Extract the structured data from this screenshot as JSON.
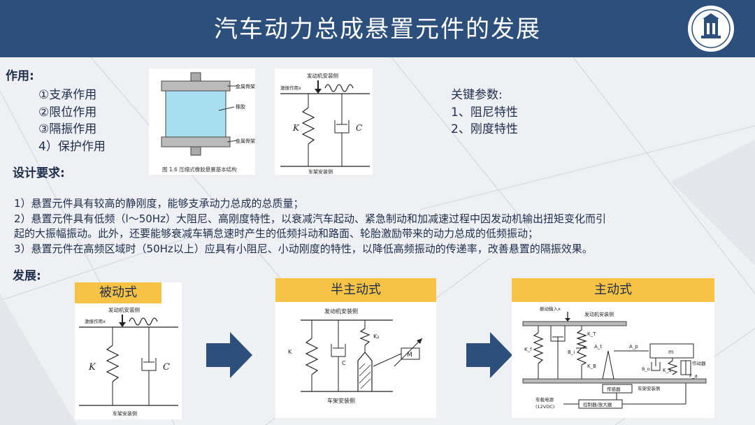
{
  "title": "汽车动力总成悬置元件的发展",
  "function": {
    "heading": "作用:",
    "items": [
      "①支承作用",
      "②限位作用",
      "③隔振作用",
      "4）保护作用"
    ]
  },
  "key_params": {
    "heading": "关键参数:",
    "items": [
      "1、阻尼特性",
      "2、刚度特性"
    ]
  },
  "design": {
    "heading": "设计要求:",
    "lines": [
      "1）悬置元件具有较高的静刚度，能够支承动力总成的总质量；",
      "2）悬置元件具有低频（l～50Hz）大阻尼、高刚度特性，以衰减汽车起动、紧急制动和加减速过程中因发动机输出扭矩变化而引",
      "起的大振幅振动。此外，还要能够衰减车辆怠速时产生的低频抖动和路面、轮胎激励带来的动力总成的低频振动；",
      "3）悬置元件在高频区域时（50Hz以上）应具有小阻尼、小动刚度的特性，以降低高频振动的传递率，改善悬置的隔振效果。"
    ]
  },
  "development": {
    "heading": "发展:",
    "cards": [
      {
        "title": "被动式"
      },
      {
        "title": "半主动式"
      },
      {
        "title": "主动式"
      }
    ]
  },
  "figure_rubber": {
    "labels": [
      "金属骨架",
      "橡胶",
      "金属骨架"
    ],
    "caption": "图 1.6 压缩式橡胶悬置基本结构"
  },
  "figure_kc": {
    "top": "发动机安装侧",
    "input": "激振作用x",
    "k": "K",
    "c": "C",
    "bottom": "车架安装侧"
  },
  "figure_semi": {
    "top": "发动机安装侧",
    "k": "K",
    "c": "C",
    "k2": "K₂",
    "m": "M",
    "bottom": "车架安装侧"
  },
  "figure_active": {
    "input": "振动输入x",
    "top": "发动机安装侧",
    "kt": "K_T",
    "at": "A_t",
    "ap": "A_p",
    "kf": "K_f",
    "bi": "B_i",
    "kb": "K_B",
    "m": "m",
    "bo": "B_o",
    "ka": "K_a",
    "actuator": "作动器",
    "fa": "F_a",
    "sensor": "传感器",
    "bottom": "车架安装侧",
    "power": "车载电源",
    "voltage": "(12VDC)",
    "controller": "控制器/放大器"
  }
}
